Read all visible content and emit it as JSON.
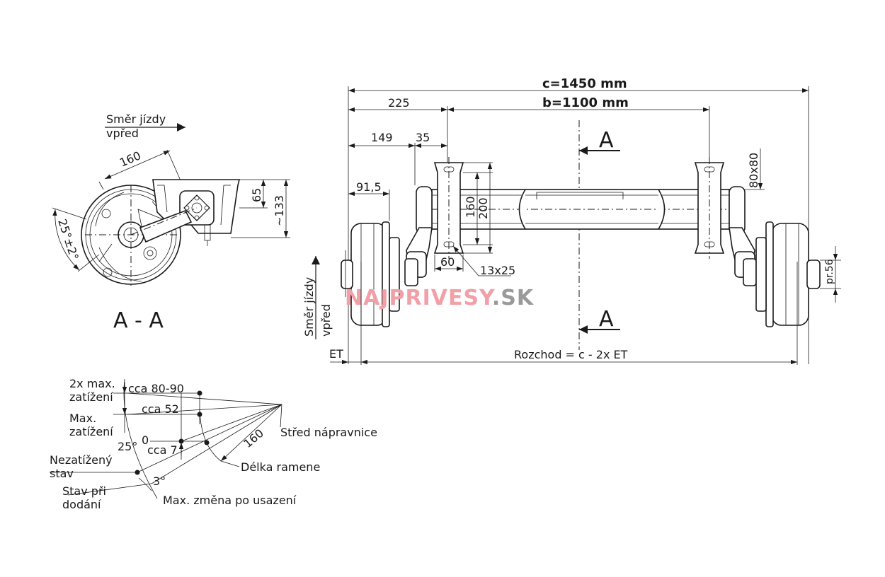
{
  "section_view": {
    "direction_line1": "Směr jízdy",
    "direction_line2": "vpřed",
    "dim_160": "160",
    "dim_65": "65",
    "dim_133": "~133",
    "angle": "25°±2°",
    "section_label": "A - A"
  },
  "axle_view": {
    "dim_c": "c=1450 mm",
    "dim_b": "b=1100 mm",
    "dim_225": "225",
    "dim_149": "149",
    "dim_35": "35",
    "dim_91_5": "91,5",
    "dim_160": "160",
    "dim_200": "200",
    "dim_60": "60",
    "dim_13x25": "13x25",
    "dim_80x80": "80x80",
    "dim_pr56": "pr.56",
    "section_marker": "A",
    "direction_line1": "Směr jízdy",
    "direction_line2": "vpřed",
    "dim_et": "ET",
    "track": "Rozchod = c - 2x ET"
  },
  "watermark": {
    "part1": "NAJPRIVESY",
    "part2": ".SK",
    "color1": "#f2a0a8",
    "color2": "#9a9a9a"
  },
  "load_diagram": {
    "label_2x_line1": "2x max.",
    "label_2x_line2": "zatížení",
    "cca_80_90": "cca 80-90",
    "label_max_line1": "Max.",
    "label_max_line2": "zatížení",
    "cca_52": "cca 52",
    "zero": "0",
    "cca_7": "cca 7",
    "angle_25": "25°",
    "label_unloaded_line1": "Nezatížený",
    "label_unloaded_line2": "stav",
    "label_delivery_line1": "Stav při",
    "label_delivery_line2": "dodání",
    "angle_3": "3°",
    "max_change": "Max. změna po usazení",
    "pivot_center": "Střed nápravnice",
    "arm_160": "160",
    "arm_length": "Délka ramene"
  }
}
